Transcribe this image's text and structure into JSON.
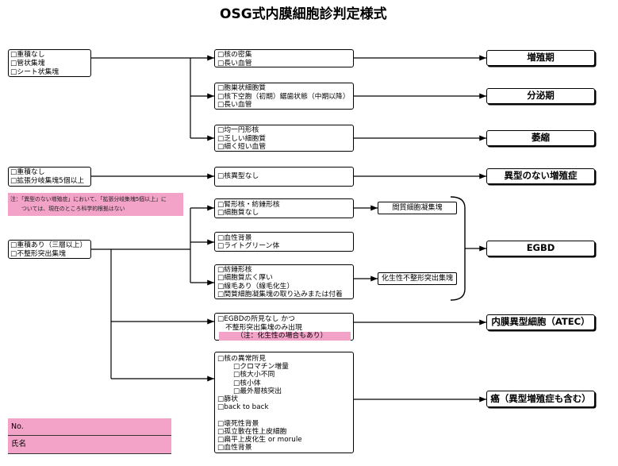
{
  "title": "OSG式内膜細胞診判定様式",
  "colors": {
    "pink": "#f3a3c8",
    "line": "#000000",
    "background": "#ffffff"
  },
  "criteria": {
    "no_stratification": [
      "□重積なし",
      "□管状集塊",
      "□シート状集塊"
    ],
    "no_stratification_branching": [
      "□重積なし",
      "□拡張分岐集塊5個以上"
    ],
    "stratification": [
      "□重積あり（三層以上）",
      "□不整形突出集塊"
    ]
  },
  "note": [
    "注：「異型のない増殖症」において、「拡張分岐集塊5個以上」に",
    "ついては、現在のところ科学的根拠はない"
  ],
  "findings": {
    "proliferative": [
      "□核の密集",
      "□長い血管"
    ],
    "secretory": [
      "□胞巣状細胞質",
      "□核下空胞（初期）鋸歯状態（中期以降）",
      "□長い血管"
    ],
    "atrophic": [
      "□均一円形核",
      "□乏しい細胞質",
      "□細く短い血管"
    ],
    "no_atypia": [
      "□核異型なし"
    ],
    "stromal": [
      "□腎形核・紡錘形核",
      "□細胞質なし"
    ],
    "bloody": [
      "□血性背景",
      "□ライトグリーン体"
    ],
    "metaplastic": [
      "□紡錘形核",
      "□細胞質広く厚い",
      "□線毛あり（線毛化生）",
      "□間質細胞凝集塊の取り込みまたは付着"
    ],
    "atec": {
      "lines": [
        "□EGBDの所見なし かつ",
        "不整形突出集塊のみ出現"
      ],
      "note": "（注：化生性の場合もあり）"
    },
    "malignant": {
      "nuclear": "□核の異常所見",
      "nuclear_sub": [
        "□クロマチン増量",
        "□核大小不同",
        "□核小体",
        "□最外層核突出"
      ],
      "architecture": [
        "□篩状",
        "□back to back"
      ],
      "background": [
        "□壊死性背景",
        "□孤立散在性上皮細胞",
        "□扁平上皮化生 or morule",
        "□血性背景"
      ]
    }
  },
  "intermediate_labels": {
    "stromal_cluster": "間質細胞凝集塊",
    "metaplastic_cluster": "化生性不整形突出集塊"
  },
  "outcomes": {
    "proliferative": "増殖期",
    "secretory": "分泌期",
    "atrophic": "萎縮",
    "hyperplasia_without_atypia": "異型のない増殖症",
    "egbd": "EGBD",
    "atec": "内膜異型細胞（ATEC）",
    "cancer": "癌（異型増殖症も含む）"
  },
  "footer": {
    "no_label": "No.",
    "name_label": "氏名"
  }
}
